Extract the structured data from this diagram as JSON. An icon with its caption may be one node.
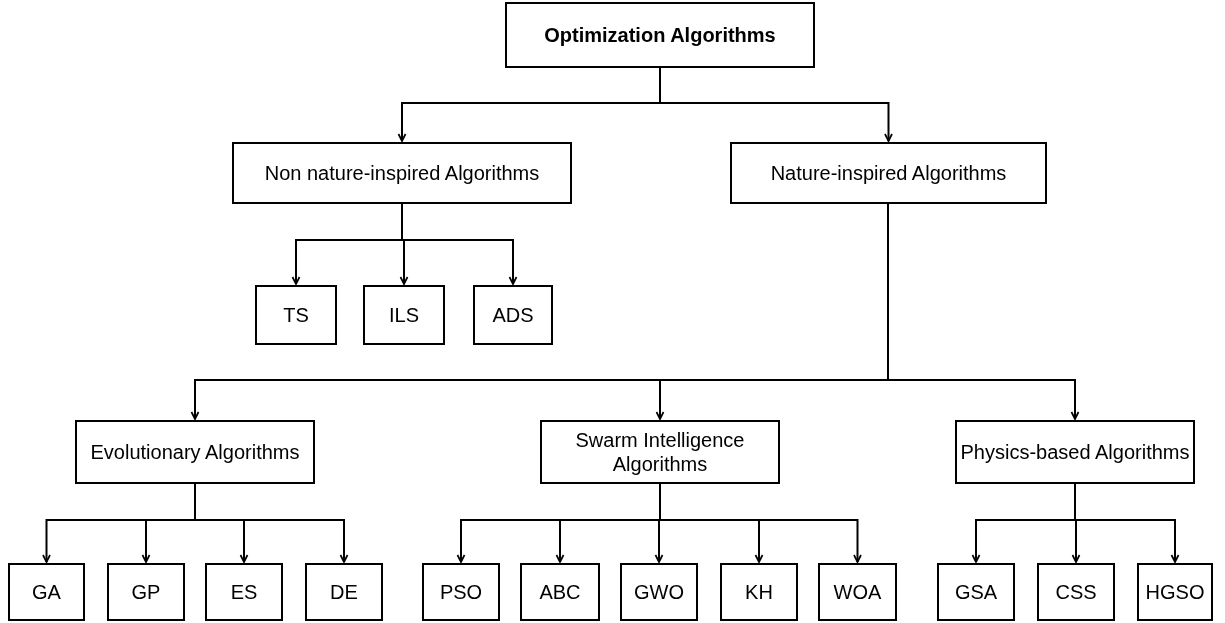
{
  "diagram": {
    "nodes": [
      {
        "text": [
          "Optimization Algorithms"
        ]
      },
      {
        "text": [
          "Non nature-inspired Algorithms"
        ]
      },
      {
        "text": [
          "Nature-inspired Algorithms"
        ]
      },
      {
        "text": [
          "TS"
        ]
      },
      {
        "text": [
          "ILS"
        ]
      },
      {
        "text": [
          "ADS"
        ]
      },
      {
        "text": [
          "Evolutionary Algorithms"
        ]
      },
      {
        "text": [
          "Swarm Intelligence Algorithms"
        ]
      },
      {
        "text": [
          "Physics-based Algorithms"
        ]
      },
      {
        "text": [
          "GA"
        ]
      },
      {
        "text": [
          "GP"
        ]
      },
      {
        "text": [
          "ES"
        ]
      },
      {
        "text": [
          "DE"
        ]
      },
      {
        "text": [
          "PSO"
        ]
      },
      {
        "text": [
          "ABC"
        ]
      },
      {
        "text": [
          "GWO"
        ]
      },
      {
        "text": [
          "KH"
        ]
      },
      {
        "text": [
          "WOA"
        ]
      },
      {
        "text": [
          "GSA"
        ]
      },
      {
        "text": [
          "CSS"
        ]
      },
      {
        "text": [
          "HGSO"
        ]
      }
    ],
    "edges": [
      {
        "from": 0,
        "to": 1,
        "arrow": "to"
      },
      {
        "from": 0,
        "to": 2,
        "arrow": "to"
      },
      {
        "from": 1,
        "to": 3,
        "arrow": "to"
      },
      {
        "from": 1,
        "to": 4,
        "arrow": "to"
      },
      {
        "from": 1,
        "to": 5,
        "arrow": "to"
      },
      {
        "from": 2,
        "to": 6,
        "arrow": "to"
      },
      {
        "from": 2,
        "to": 7,
        "arrow": "to"
      },
      {
        "from": 2,
        "to": 8,
        "arrow": "to"
      },
      {
        "from": 6,
        "to": 9,
        "arrow": "to"
      },
      {
        "from": 6,
        "to": 10,
        "arrow": "to"
      },
      {
        "from": 6,
        "to": 11,
        "arrow": "to"
      },
      {
        "from": 6,
        "to": 12,
        "arrow": "to"
      },
      {
        "from": 7,
        "to": 13,
        "arrow": "to"
      },
      {
        "from": 7,
        "to": 14,
        "arrow": "to"
      },
      {
        "from": 7,
        "to": 15,
        "arrow": "to"
      },
      {
        "from": 7,
        "to": 16,
        "arrow": "to"
      },
      {
        "from": 7,
        "to": 17,
        "arrow": "to"
      },
      {
        "from": 8,
        "to": 18,
        "arrow": "to"
      },
      {
        "from": 8,
        "to": 19,
        "arrow": "to"
      },
      {
        "from": 8,
        "to": 20,
        "arrow": "to"
      }
    ]
  }
}
